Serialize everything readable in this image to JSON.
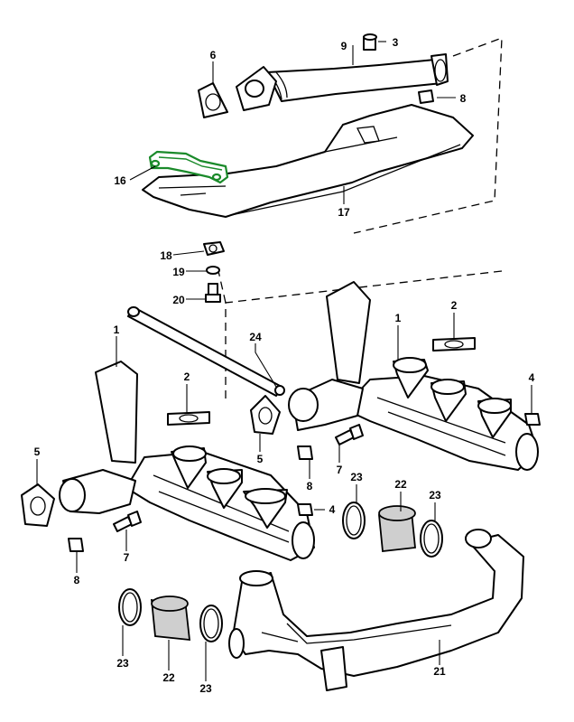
{
  "highlight_color": "#1a8a2a",
  "callouts": [
    {
      "id": "c3a",
      "text": "3"
    },
    {
      "id": "c9",
      "text": "9"
    },
    {
      "id": "c6a",
      "text": "6"
    },
    {
      "id": "c8a",
      "text": "8"
    },
    {
      "id": "c16",
      "text": "16"
    },
    {
      "id": "c17",
      "text": "17"
    },
    {
      "id": "c18",
      "text": "18"
    },
    {
      "id": "c19",
      "text": "19"
    },
    {
      "id": "c20",
      "text": "20"
    },
    {
      "id": "c1a",
      "text": "1"
    },
    {
      "id": "c2a",
      "text": "2"
    },
    {
      "id": "c24",
      "text": "24"
    },
    {
      "id": "c1b",
      "text": "1"
    },
    {
      "id": "c2b",
      "text": "2"
    },
    {
      "id": "c4a",
      "text": "4"
    },
    {
      "id": "c5a",
      "text": "5"
    },
    {
      "id": "c5b",
      "text": "5"
    },
    {
      "id": "c8b",
      "text": "8"
    },
    {
      "id": "c7a",
      "text": "7"
    },
    {
      "id": "c23a",
      "text": "23"
    },
    {
      "id": "c22a",
      "text": "22"
    },
    {
      "id": "c23b",
      "text": "23"
    },
    {
      "id": "c4b",
      "text": "4"
    },
    {
      "id": "c7b",
      "text": "7"
    },
    {
      "id": "c8c",
      "text": "8"
    },
    {
      "id": "c21",
      "text": "21"
    },
    {
      "id": "c23c",
      "text": "23"
    },
    {
      "id": "c22b",
      "text": "22"
    },
    {
      "id": "c23d",
      "text": "23"
    }
  ]
}
